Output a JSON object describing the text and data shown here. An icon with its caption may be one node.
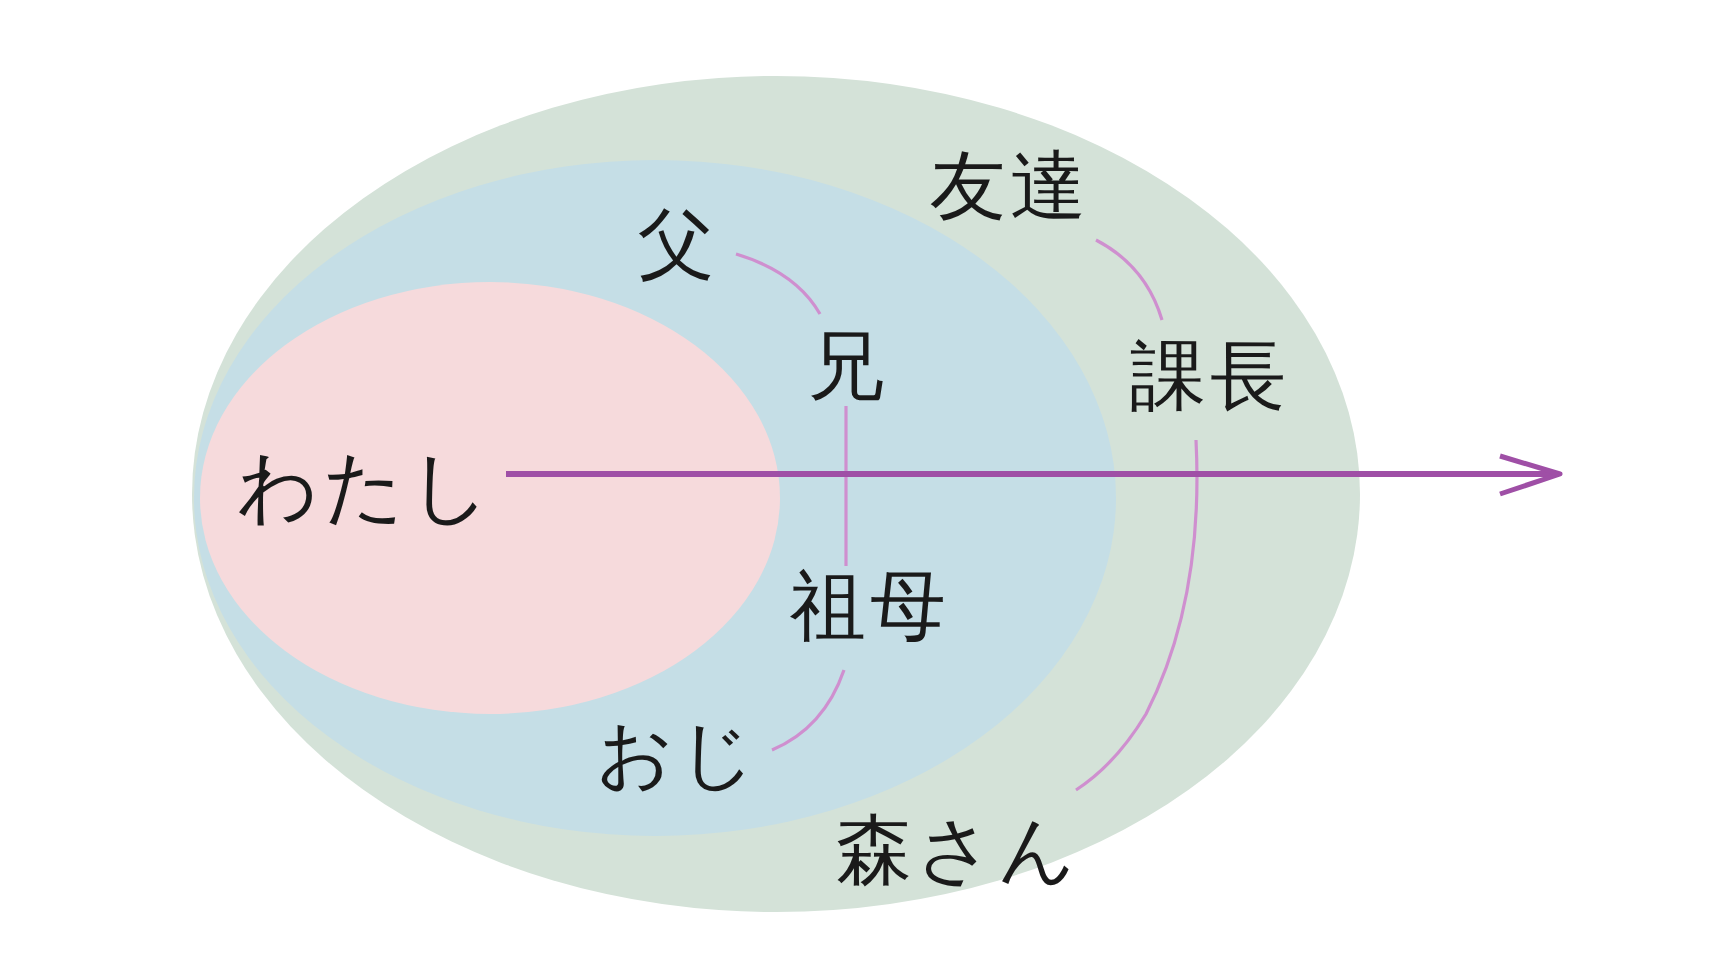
{
  "diagram": {
    "nodes": [
      {
        "text": [
          "友達",
          "課長",
          "森さん"
        ]
      },
      {
        "text": [
          "父",
          "兄",
          "祖母",
          "おじ"
        ],
        "in": 0
      },
      {
        "text": [
          "わたし"
        ],
        "in": 1
      }
    ]
  }
}
